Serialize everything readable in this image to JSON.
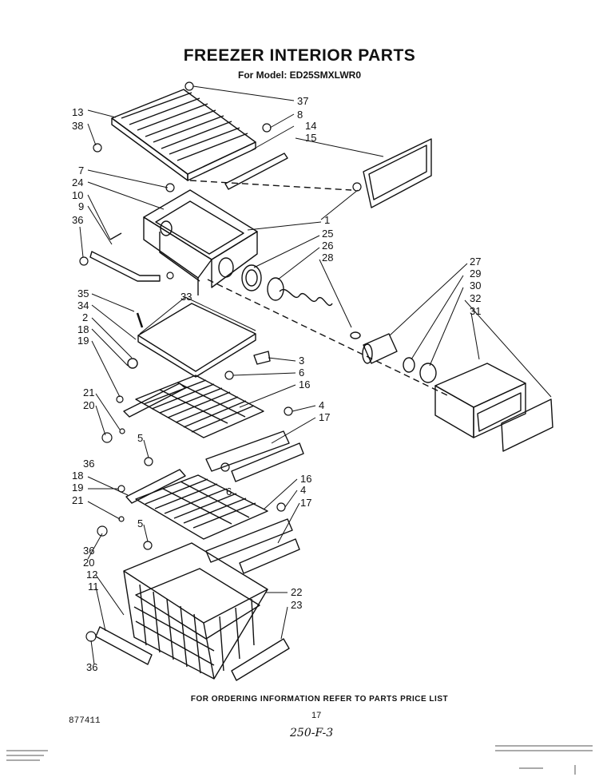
{
  "title": "FREEZER INTERIOR PARTS",
  "subtitle": "For Model: ED25SMXLWR0",
  "footer": {
    "ordering_info": "FOR ORDERING INFORMATION REFER TO PARTS PRICE LIST",
    "page_number": "17",
    "doc_number": "877411",
    "handwritten_note": "250-F-3"
  },
  "callouts": [
    {
      "id": "c13",
      "text": "13"
    },
    {
      "id": "c38",
      "text": "38"
    },
    {
      "id": "c37",
      "text": "37"
    },
    {
      "id": "c8",
      "text": "8"
    },
    {
      "id": "c14",
      "text": "14"
    },
    {
      "id": "c15",
      "text": "15"
    },
    {
      "id": "c7",
      "text": "7"
    },
    {
      "id": "c24",
      "text": "24"
    },
    {
      "id": "c10",
      "text": "10"
    },
    {
      "id": "c9",
      "text": "9"
    },
    {
      "id": "c36a",
      "text": "36"
    },
    {
      "id": "c1",
      "text": "1"
    },
    {
      "id": "c25",
      "text": "25"
    },
    {
      "id": "c26",
      "text": "26"
    },
    {
      "id": "c28",
      "text": "28"
    },
    {
      "id": "c27",
      "text": "27"
    },
    {
      "id": "c29",
      "text": "29"
    },
    {
      "id": "c30",
      "text": "30"
    },
    {
      "id": "c32",
      "text": "32"
    },
    {
      "id": "c31",
      "text": "31"
    },
    {
      "id": "c35",
      "text": "35"
    },
    {
      "id": "c34",
      "text": "34"
    },
    {
      "id": "c33",
      "text": "33"
    },
    {
      "id": "c2",
      "text": "2"
    },
    {
      "id": "c18a",
      "text": "18"
    },
    {
      "id": "c19a",
      "text": "19"
    },
    {
      "id": "c3",
      "text": "3"
    },
    {
      "id": "c6a",
      "text": "6"
    },
    {
      "id": "c16a",
      "text": "16"
    },
    {
      "id": "c21a",
      "text": "21"
    },
    {
      "id": "c20a",
      "text": "20"
    },
    {
      "id": "c4a",
      "text": "4"
    },
    {
      "id": "c17a",
      "text": "17"
    },
    {
      "id": "c5a",
      "text": "5"
    },
    {
      "id": "c36b",
      "text": "36"
    },
    {
      "id": "c6b",
      "text": "6"
    },
    {
      "id": "c18b",
      "text": "18"
    },
    {
      "id": "c19b",
      "text": "19"
    },
    {
      "id": "c21b",
      "text": "21"
    },
    {
      "id": "c16b",
      "text": "16"
    },
    {
      "id": "c4b",
      "text": "4"
    },
    {
      "id": "c17b",
      "text": "17"
    },
    {
      "id": "c5b",
      "text": "5"
    },
    {
      "id": "c36c",
      "text": "36"
    },
    {
      "id": "c20b",
      "text": "20"
    },
    {
      "id": "c12",
      "text": "12"
    },
    {
      "id": "c11",
      "text": "11"
    },
    {
      "id": "c22",
      "text": "22"
    },
    {
      "id": "c23",
      "text": "23"
    },
    {
      "id": "c36d",
      "text": "36"
    }
  ]
}
